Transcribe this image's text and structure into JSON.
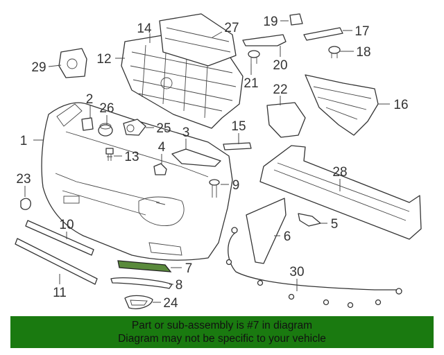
{
  "diagram": {
    "callouts": [
      {
        "n": "1"
      },
      {
        "n": "2"
      },
      {
        "n": "3"
      },
      {
        "n": "4"
      },
      {
        "n": "5"
      },
      {
        "n": "6"
      },
      {
        "n": "7"
      },
      {
        "n": "8"
      },
      {
        "n": "9"
      },
      {
        "n": "10"
      },
      {
        "n": "11"
      },
      {
        "n": "12"
      },
      {
        "n": "13"
      },
      {
        "n": "14"
      },
      {
        "n": "15"
      },
      {
        "n": "16"
      },
      {
        "n": "17"
      },
      {
        "n": "18"
      },
      {
        "n": "19"
      },
      {
        "n": "20"
      },
      {
        "n": "21"
      },
      {
        "n": "22"
      },
      {
        "n": "23"
      },
      {
        "n": "24"
      },
      {
        "n": "25"
      },
      {
        "n": "26"
      },
      {
        "n": "27"
      },
      {
        "n": "28"
      },
      {
        "n": "29"
      },
      {
        "n": "30"
      }
    ],
    "highlight_color": "#5a8a3c"
  },
  "footer": {
    "line1": "Part or sub-assembly is #7 in diagram",
    "line2": "Diagram may not be specific to your vehicle",
    "background": "#1a7a10"
  }
}
